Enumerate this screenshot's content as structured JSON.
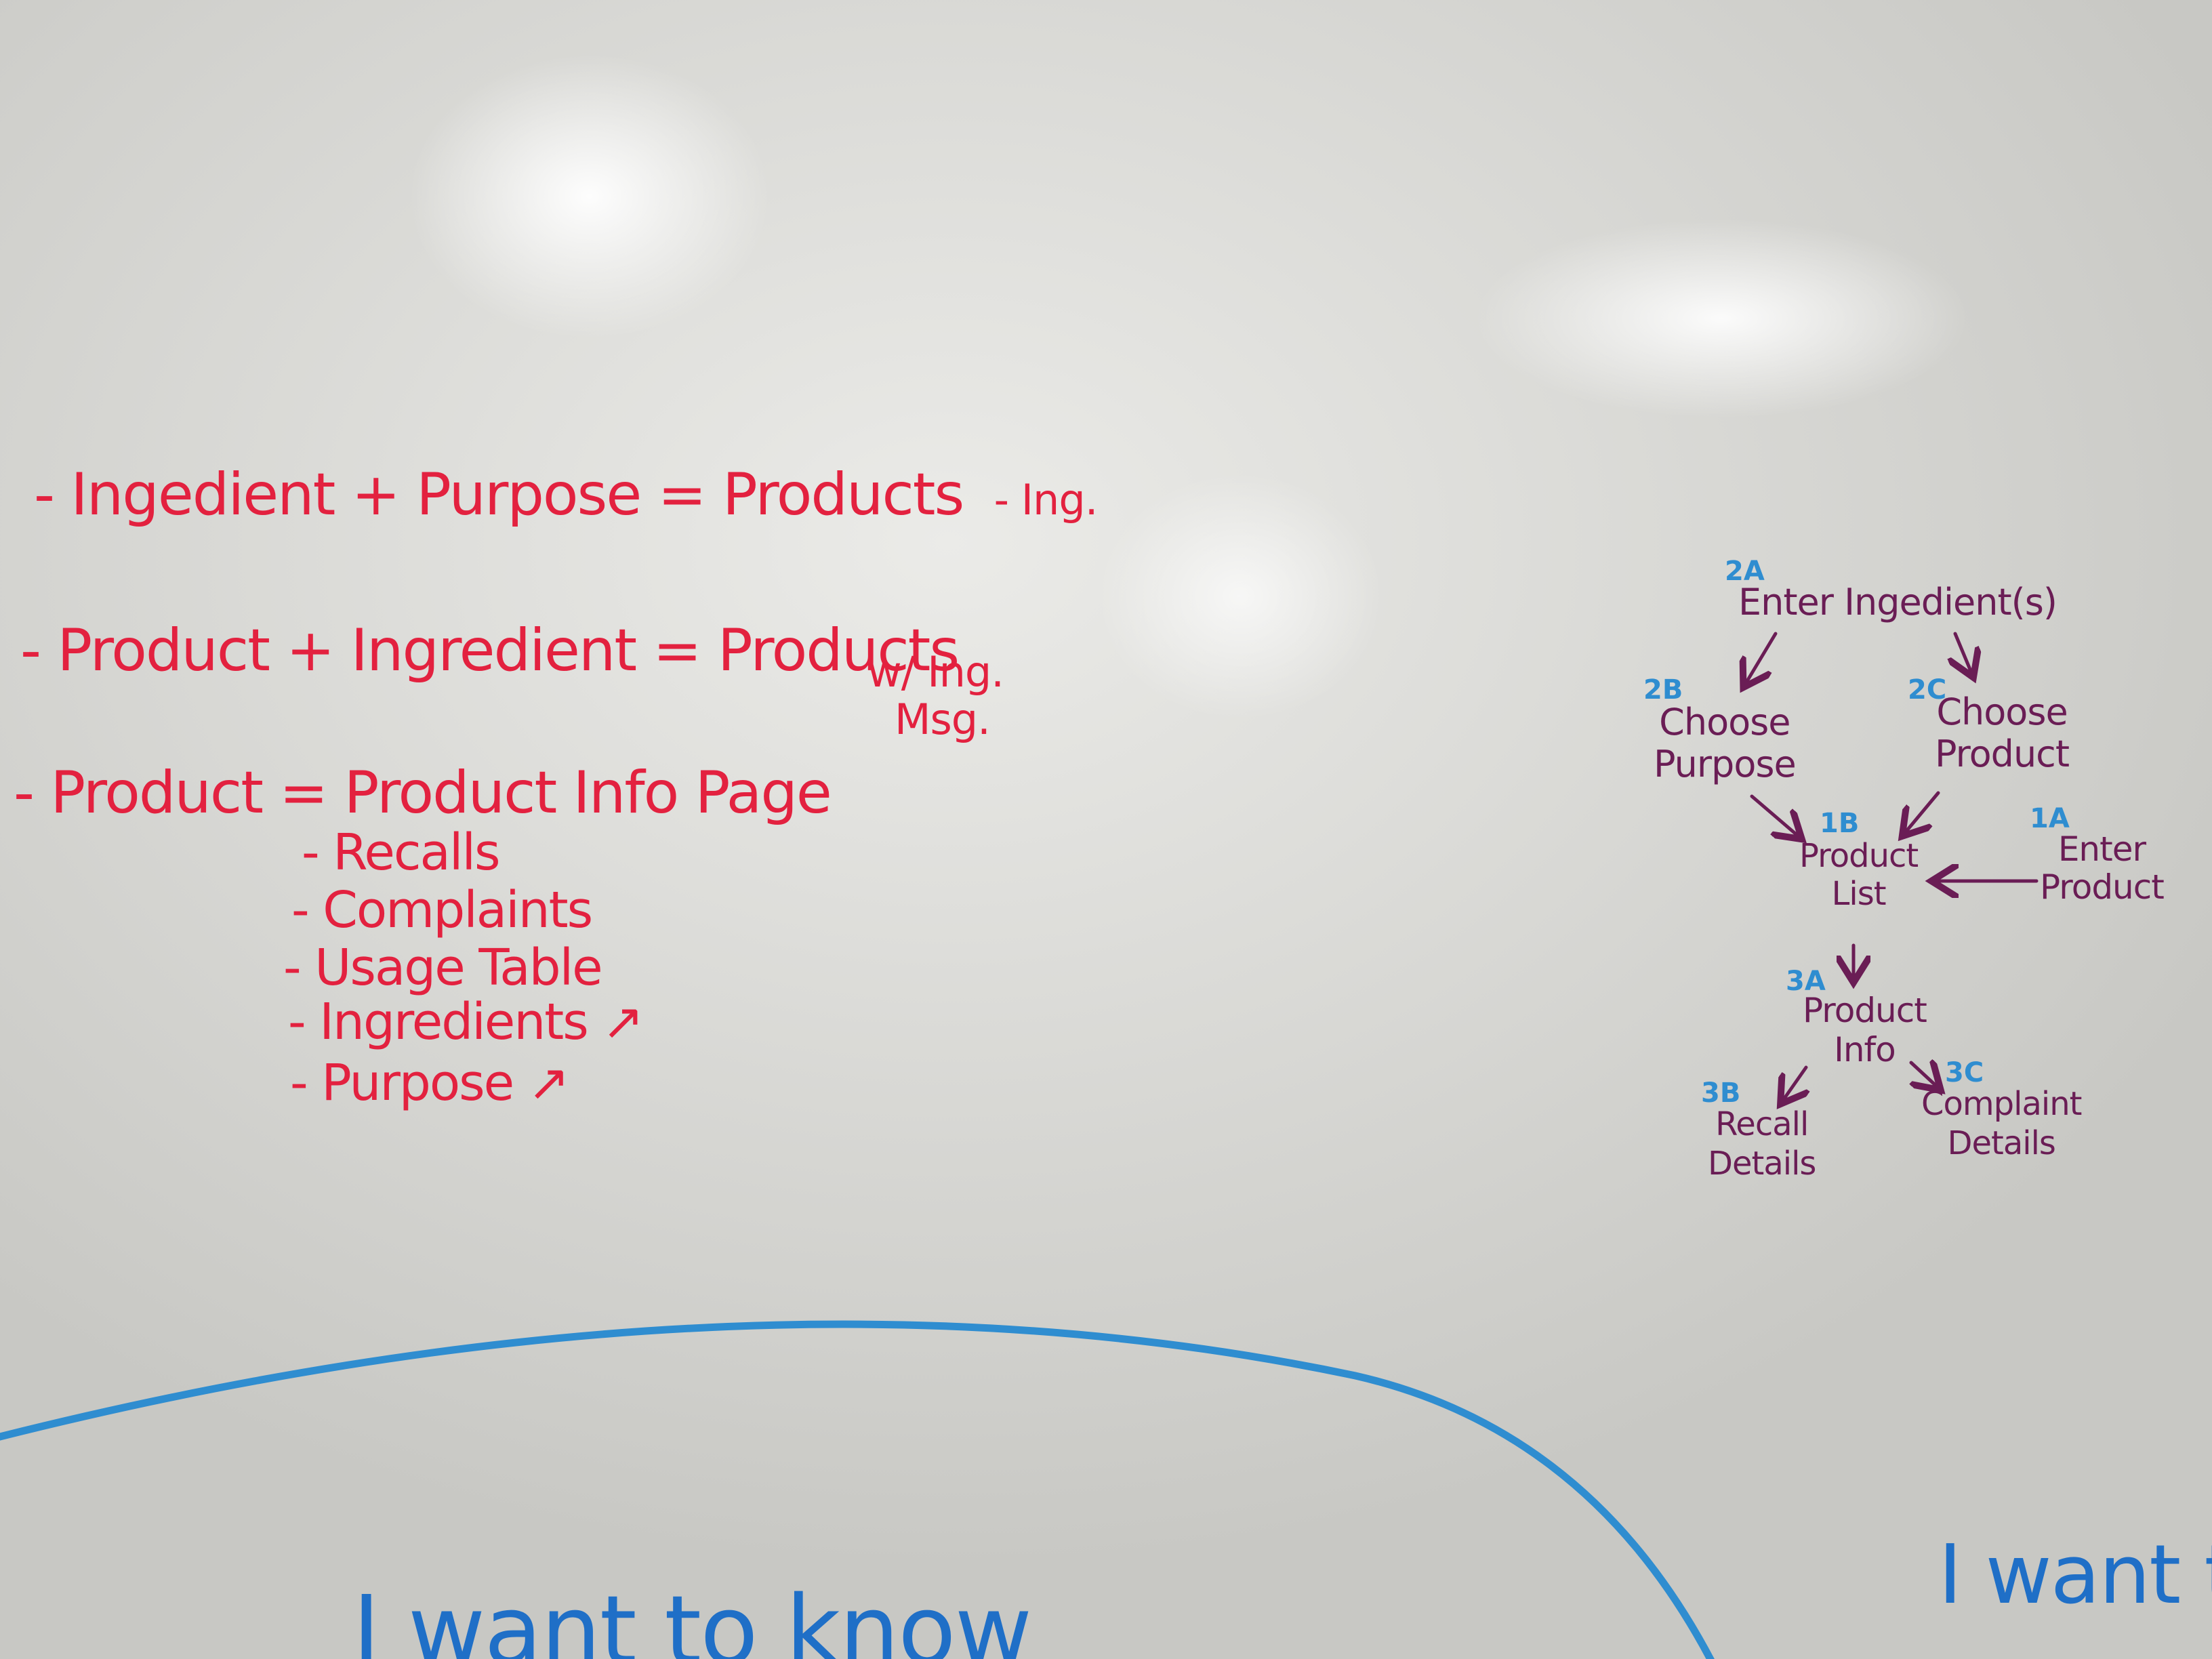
{
  "colors": {
    "red_marker": "#e3213f",
    "purple_marker": "#6a1d55",
    "blue_marker": "#2f8dd0",
    "board": "#d5d5d1"
  },
  "equations": {
    "line1": {
      "dash": "-",
      "text": "Ingedient + Purpose = Products",
      "suffix": "- Ing."
    },
    "line2": {
      "dash": "-",
      "text": "Product + Ingredient = Products",
      "suffix_top": "w/ Ing.",
      "suffix_bottom": "Msg."
    },
    "line3": {
      "dash": "-",
      "text": "Product = Product Info Page"
    }
  },
  "sub_items": [
    {
      "dash": "-",
      "label": "Recalls"
    },
    {
      "dash": "-",
      "label": "Complaints"
    },
    {
      "dash": "-",
      "label": "Usage Table"
    },
    {
      "dash": "-",
      "label": "Ingredients",
      "arrow": "↗"
    },
    {
      "dash": "-",
      "label": "Purpose",
      "arrow": "↗"
    }
  ],
  "flow": {
    "n2a": {
      "id": "2A",
      "label": "Enter Ingedient(s)"
    },
    "n2b": {
      "id": "2B",
      "line1": "Choose",
      "line2": "Purpose"
    },
    "n2c": {
      "id": "2C",
      "line1": "Choose",
      "line2": "Product"
    },
    "n1b": {
      "id": "1B",
      "line1": "Product",
      "line2": "List"
    },
    "n1a": {
      "id": "1A",
      "line1": "Enter",
      "line2": "Product"
    },
    "n3a": {
      "id": "3A",
      "line1": "Product",
      "line2": "Info"
    },
    "n3b": {
      "id": "3B",
      "line1": "Recall",
      "line2": "Details"
    },
    "n3c": {
      "id": "3C",
      "line1": "Complaint",
      "line2": "Details"
    }
  },
  "bottom": {
    "left_text": "I want to know",
    "right_text": "I want t"
  }
}
